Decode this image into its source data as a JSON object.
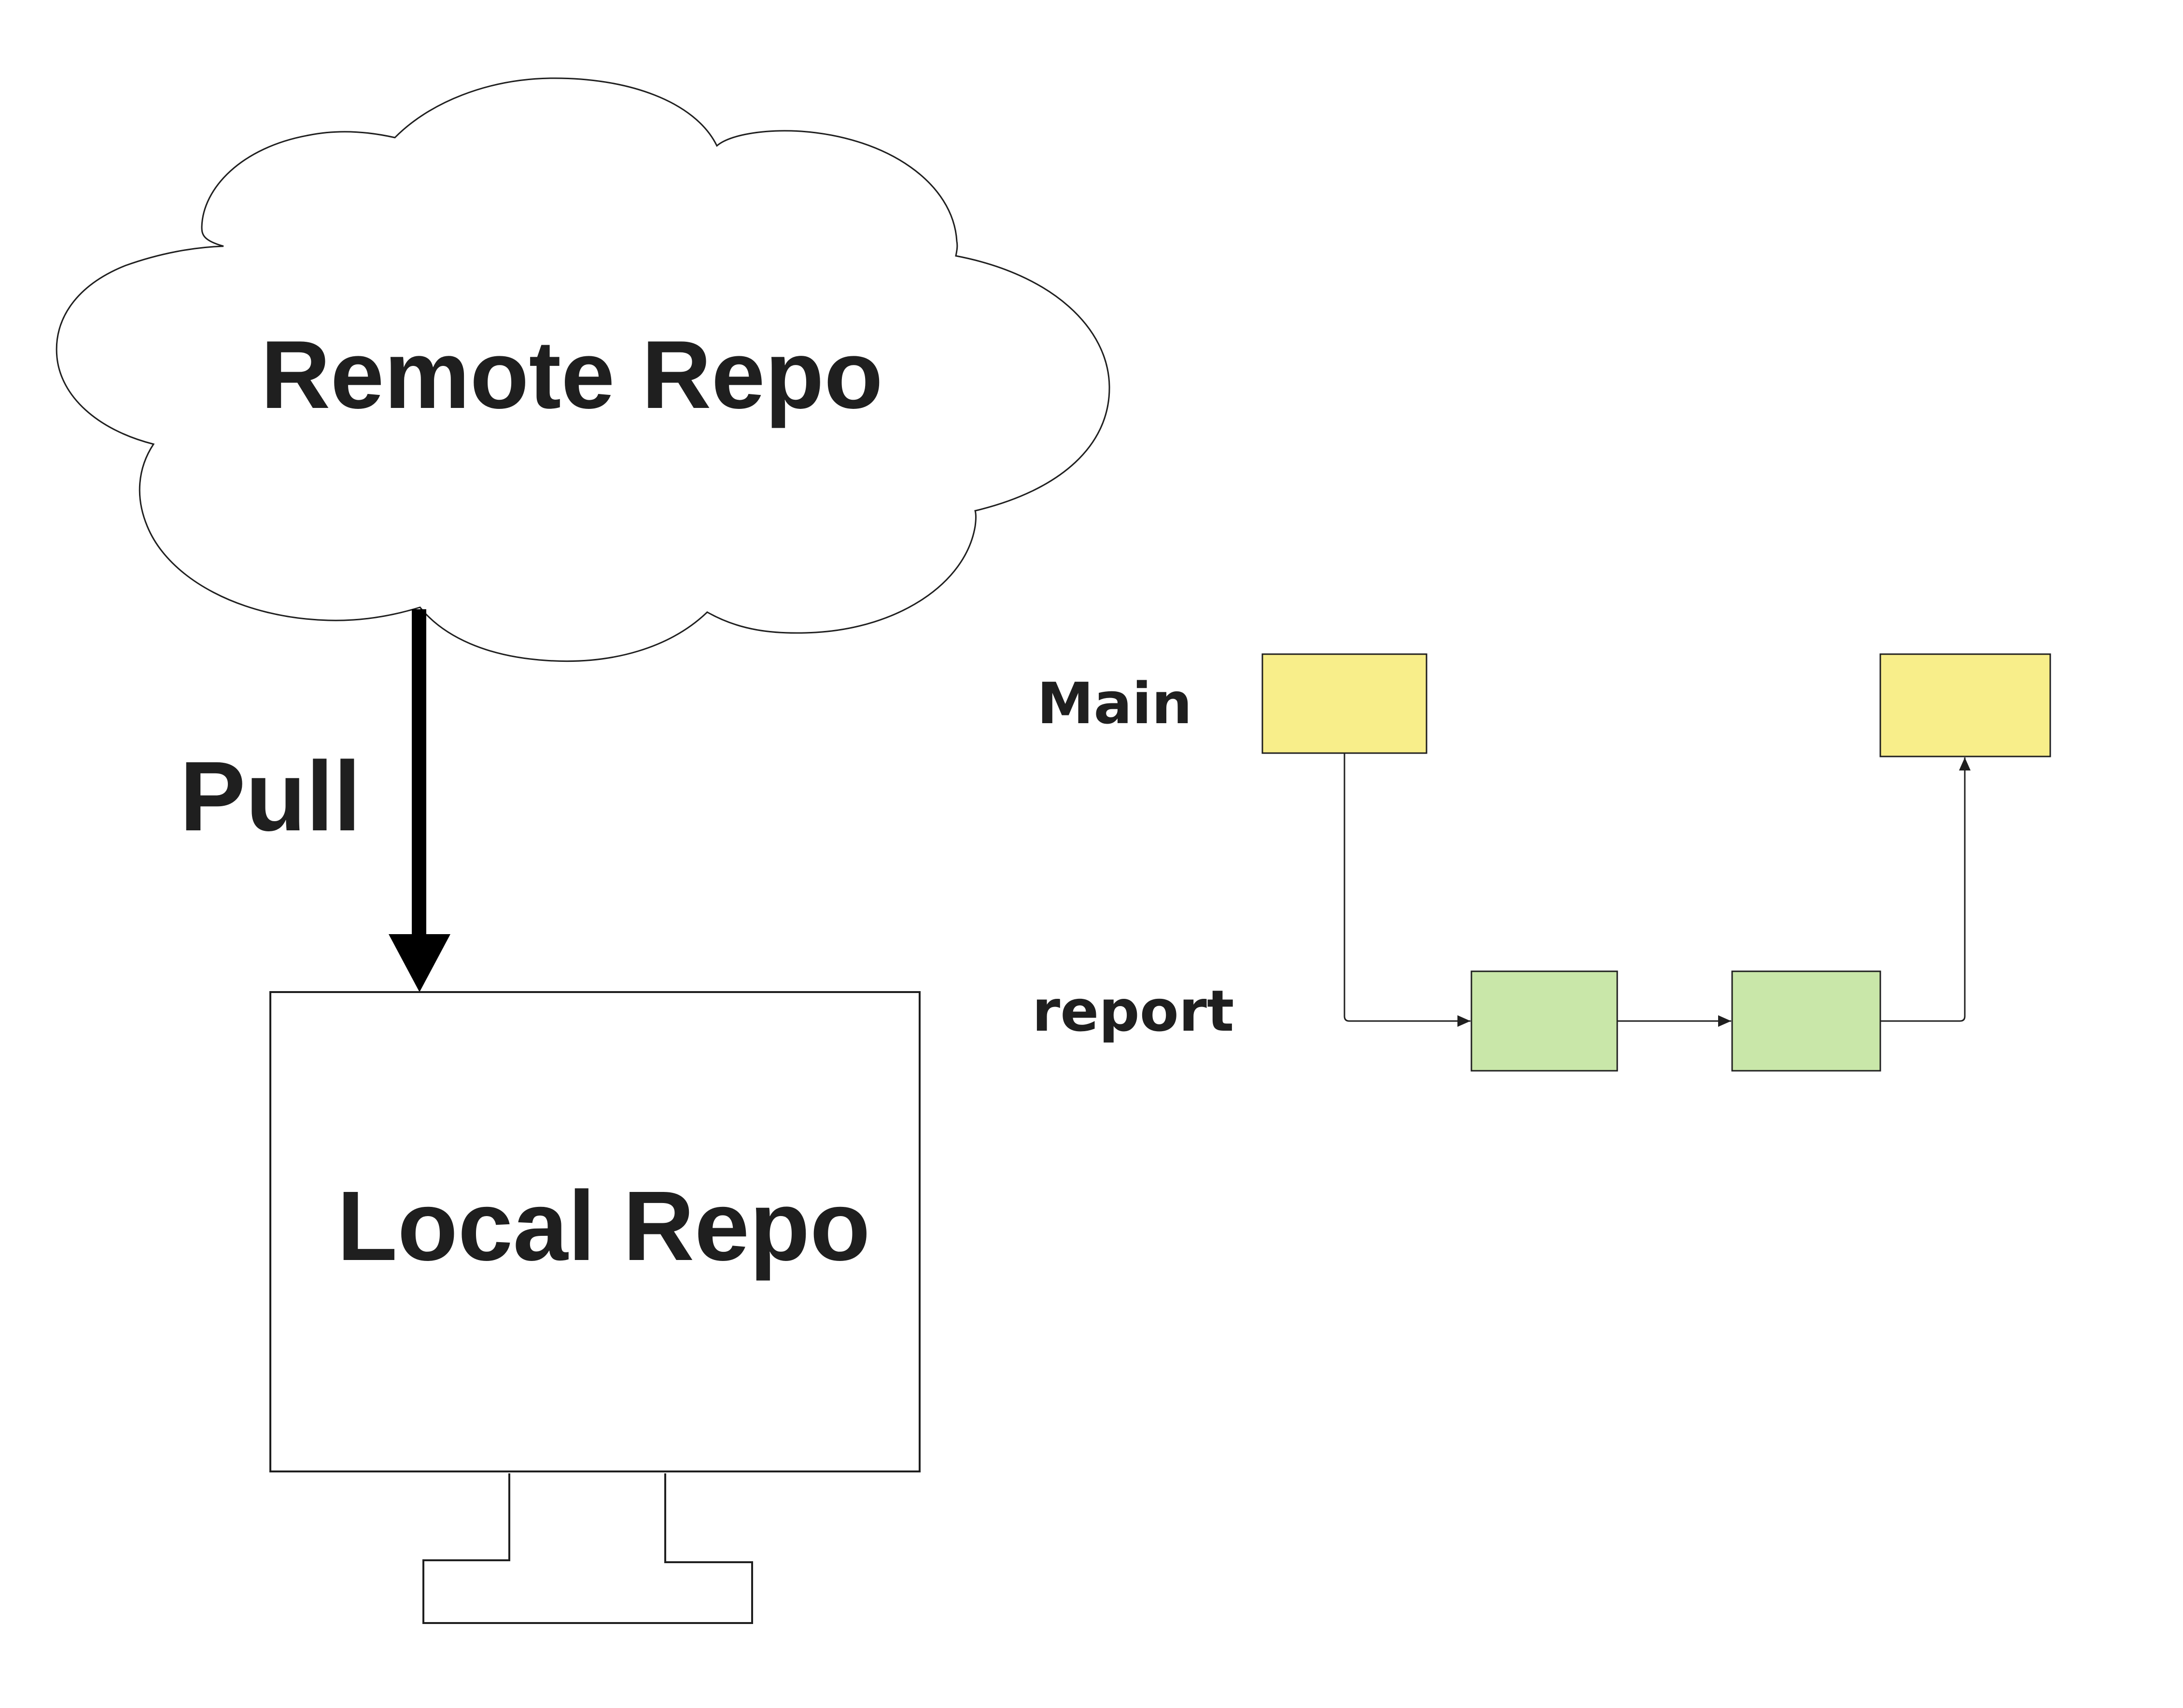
{
  "labels": {
    "remote": "Remote Repo",
    "pull": "Pull",
    "local": "Local Repo",
    "main": "Main",
    "report": "report"
  },
  "colors": {
    "main_commit": "#f8ee8a",
    "report_commit": "#c9e7a9",
    "stroke": "#1f1f1f",
    "background": "#ffffff"
  },
  "branches": {
    "main": {
      "commits": 2
    },
    "report": {
      "commits": 2
    }
  },
  "connections": [
    {
      "from": "main_commit_1",
      "to": "report_commit_1"
    },
    {
      "from": "report_commit_1",
      "to": "report_commit_2"
    },
    {
      "from": "report_commit_2",
      "to": "main_commit_2"
    }
  ]
}
